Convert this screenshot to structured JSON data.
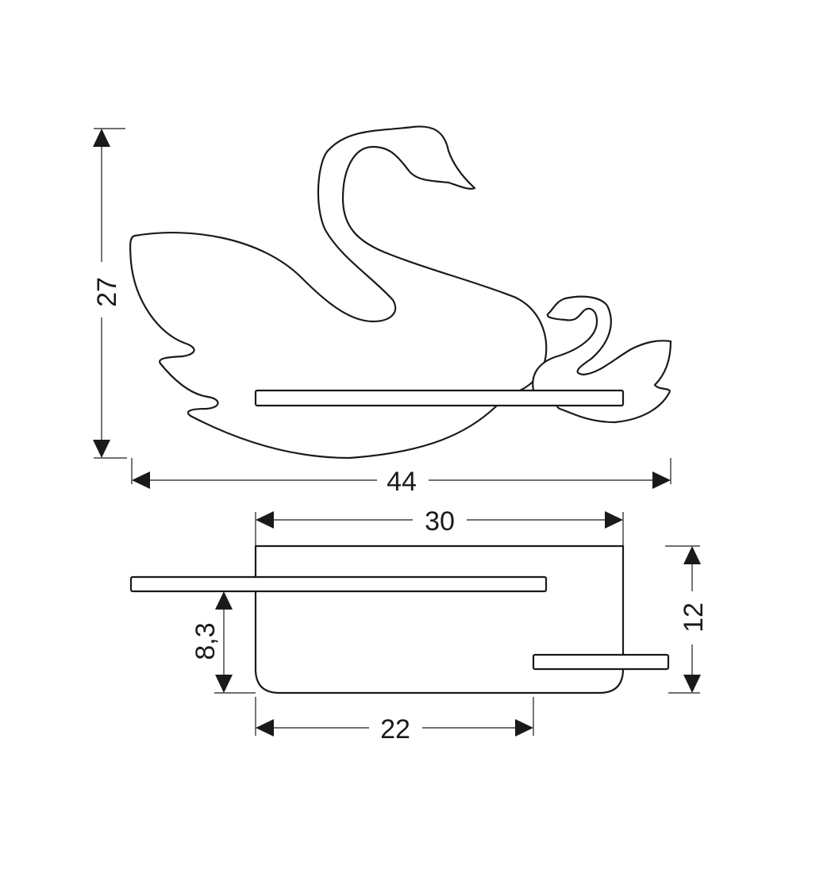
{
  "dimensions": {
    "height_front": "27",
    "width_front": "44",
    "depth_top": "30",
    "height_side": "12",
    "shelf_height": "8,3",
    "depth_bottom": "22"
  },
  "colors": {
    "line": "#1a1a1a",
    "background": "#ffffff"
  }
}
